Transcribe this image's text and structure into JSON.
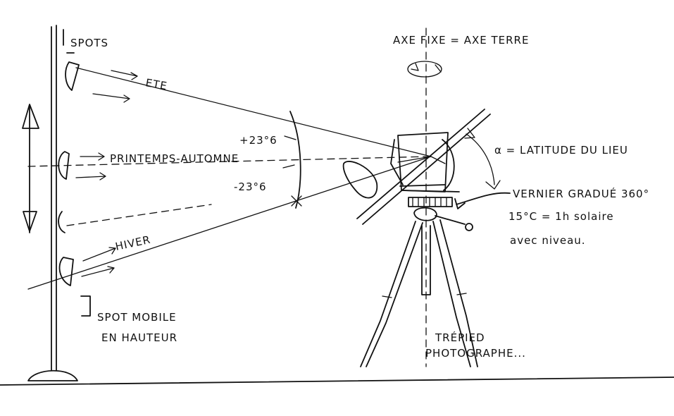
{
  "labels": {
    "spots": "SPOTS",
    "ete": "ETE",
    "printemps_automne": "PRINTEMPS-AUTOMNE",
    "plus23": "+23°6",
    "minus23": "-23°6",
    "hiver": "HIVER",
    "spot_mobile_1": "SPOT MOBILE",
    "spot_mobile_2": "EN HAUTEUR",
    "axe_fixe": "AXE FIXE = AXE TERRE",
    "latitude": "α = LATITUDE DU LIEU",
    "vernier": "VERNIER GRADUÉ 360°",
    "heure": "15°C = 1h solaire",
    "niveau": "avec niveau.",
    "trepied_1": "TRÉPIED",
    "trepied_2": "PHOTOGRAPHE..."
  }
}
